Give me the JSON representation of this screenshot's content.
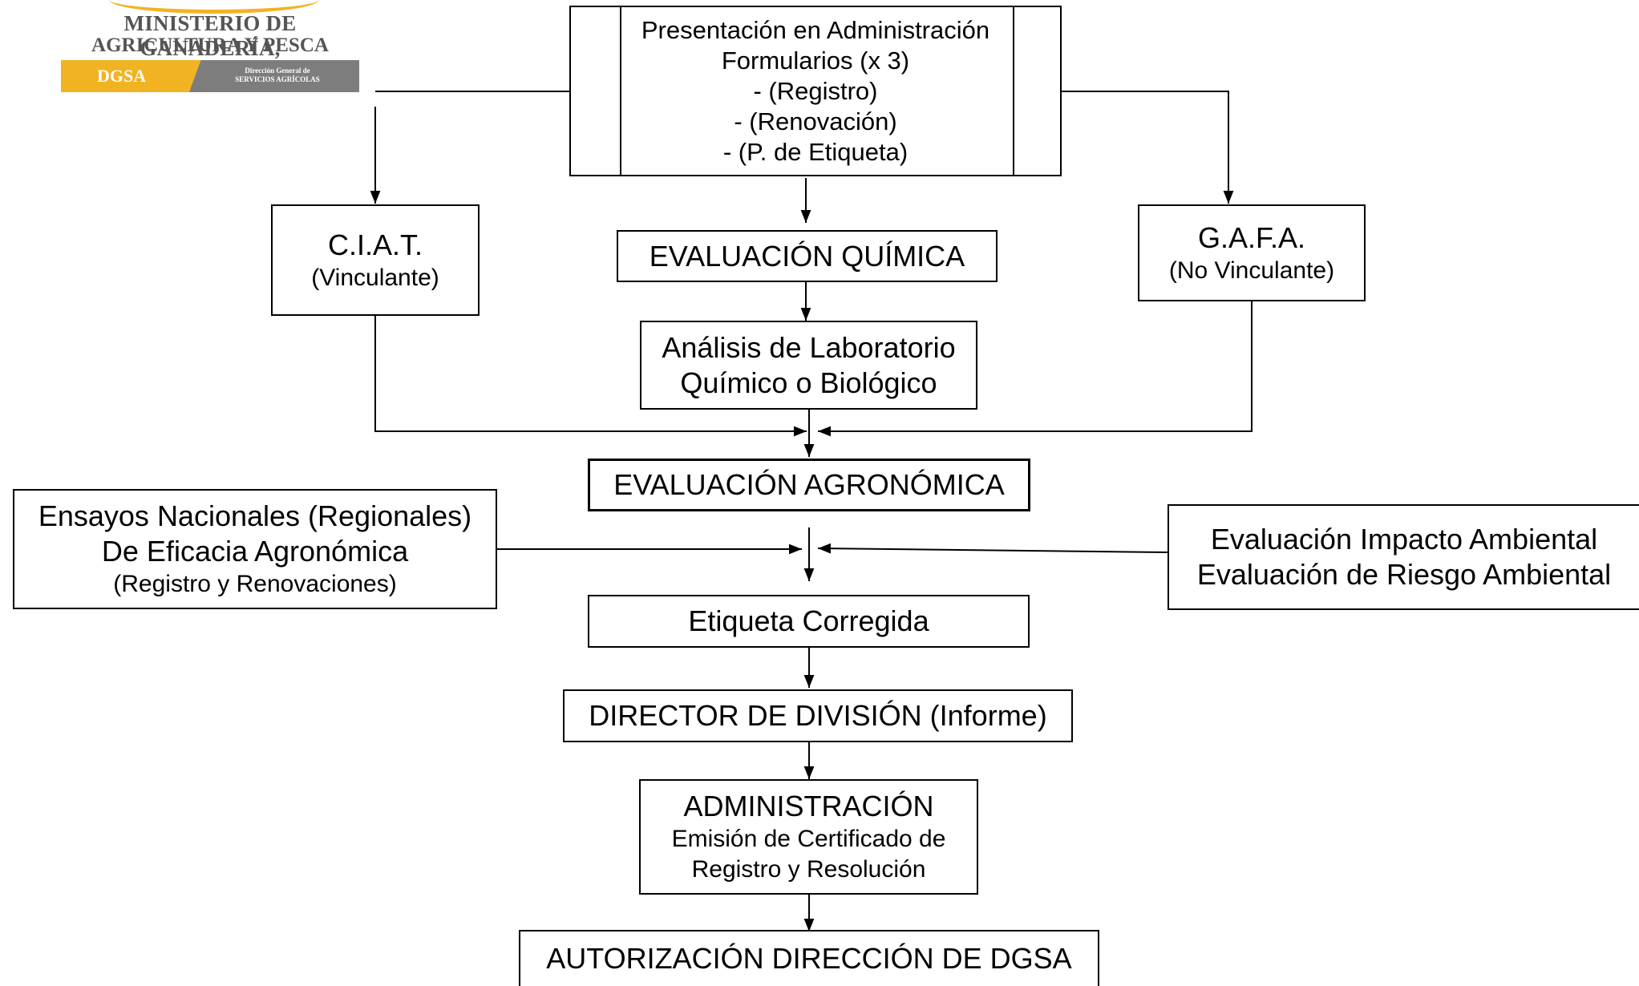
{
  "logo": {
    "line1": "MINISTERIO DE GANADERÍA,",
    "line2": "AGRICULTURA Y PESCA",
    "acronym": "DGSA",
    "sub1": "Dirección General de",
    "sub2": "SERVICIOS AGRÍCOLAS"
  },
  "presentacion": {
    "line1": "Presentación en Administración",
    "line2": "Formularios (x 3)",
    "line3": "- (Registro)",
    "line4": "- (Renovación)",
    "line5": "- (P. de Etiqueta)"
  },
  "ciat": {
    "title": "C.I.A.T.",
    "note": "(Vinculante)"
  },
  "evaluacion_quimica": "EVALUACIÓN QUÍMICA",
  "gafa": {
    "title": "G.A.F.A.",
    "note": "(No Vinculante)"
  },
  "analisis": {
    "line1": "Análisis de Laboratorio",
    "line2": "Químico o Biológico"
  },
  "evaluacion_agronomica": "EVALUACIÓN AGRONÓMICA",
  "ensayos": {
    "line1": "Ensayos Nacionales (Regionales)",
    "line2": "De Eficacia Agronómica",
    "line3": "(Registro y Renovaciones)"
  },
  "impacto": {
    "line1": "Evaluación Impacto Ambiental",
    "line2": "Evaluación de Riesgo Ambiental"
  },
  "etiqueta": "Etiqueta Corregida",
  "director": "DIRECTOR DE DIVISIÓN (Informe)",
  "administracion": {
    "title": "ADMINISTRACIÓN",
    "line1": "Emisión de Certificado de",
    "line2": "Registro y Resolución"
  },
  "autorizacion": "AUTORIZACIÓN DIRECCIÓN DE DGSA"
}
